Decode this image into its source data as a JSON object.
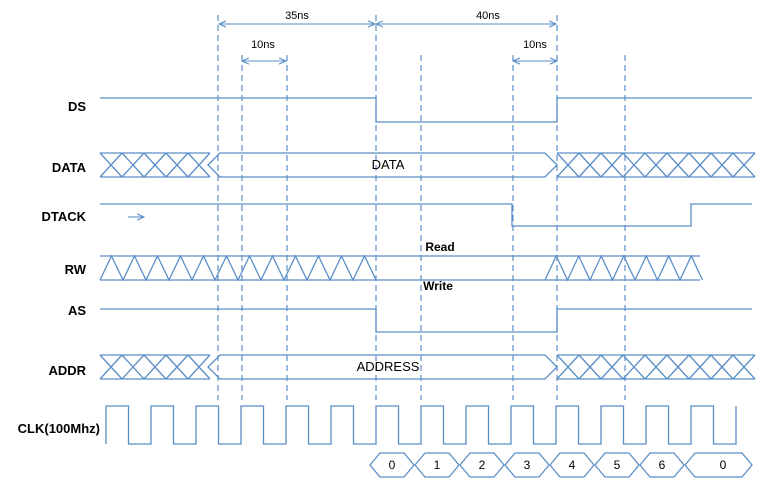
{
  "diagram": {
    "signals": [
      {
        "key": "ds",
        "label": "DS"
      },
      {
        "key": "data",
        "label": "DATA"
      },
      {
        "key": "dtack",
        "label": "DTACK"
      },
      {
        "key": "rw",
        "label": "RW"
      },
      {
        "key": "as",
        "label": "AS"
      },
      {
        "key": "addr",
        "label": "ADDR"
      },
      {
        "key": "clk",
        "label": "CLK(100Mhz)"
      }
    ],
    "bus_values": {
      "data": "DATA",
      "addr": "ADDRESS"
    },
    "rw_states": {
      "read": "Read",
      "write": "Write"
    },
    "dimensions": {
      "first": "35ns",
      "second": "40ns",
      "inner_left": "10ns",
      "inner_right": "10ns"
    },
    "cycle_counter": [
      "0",
      "1",
      "2",
      "3",
      "4",
      "5",
      "6",
      "0"
    ],
    "arrow_glyph": "→",
    "wave_color": "#5b8fc7"
  }
}
